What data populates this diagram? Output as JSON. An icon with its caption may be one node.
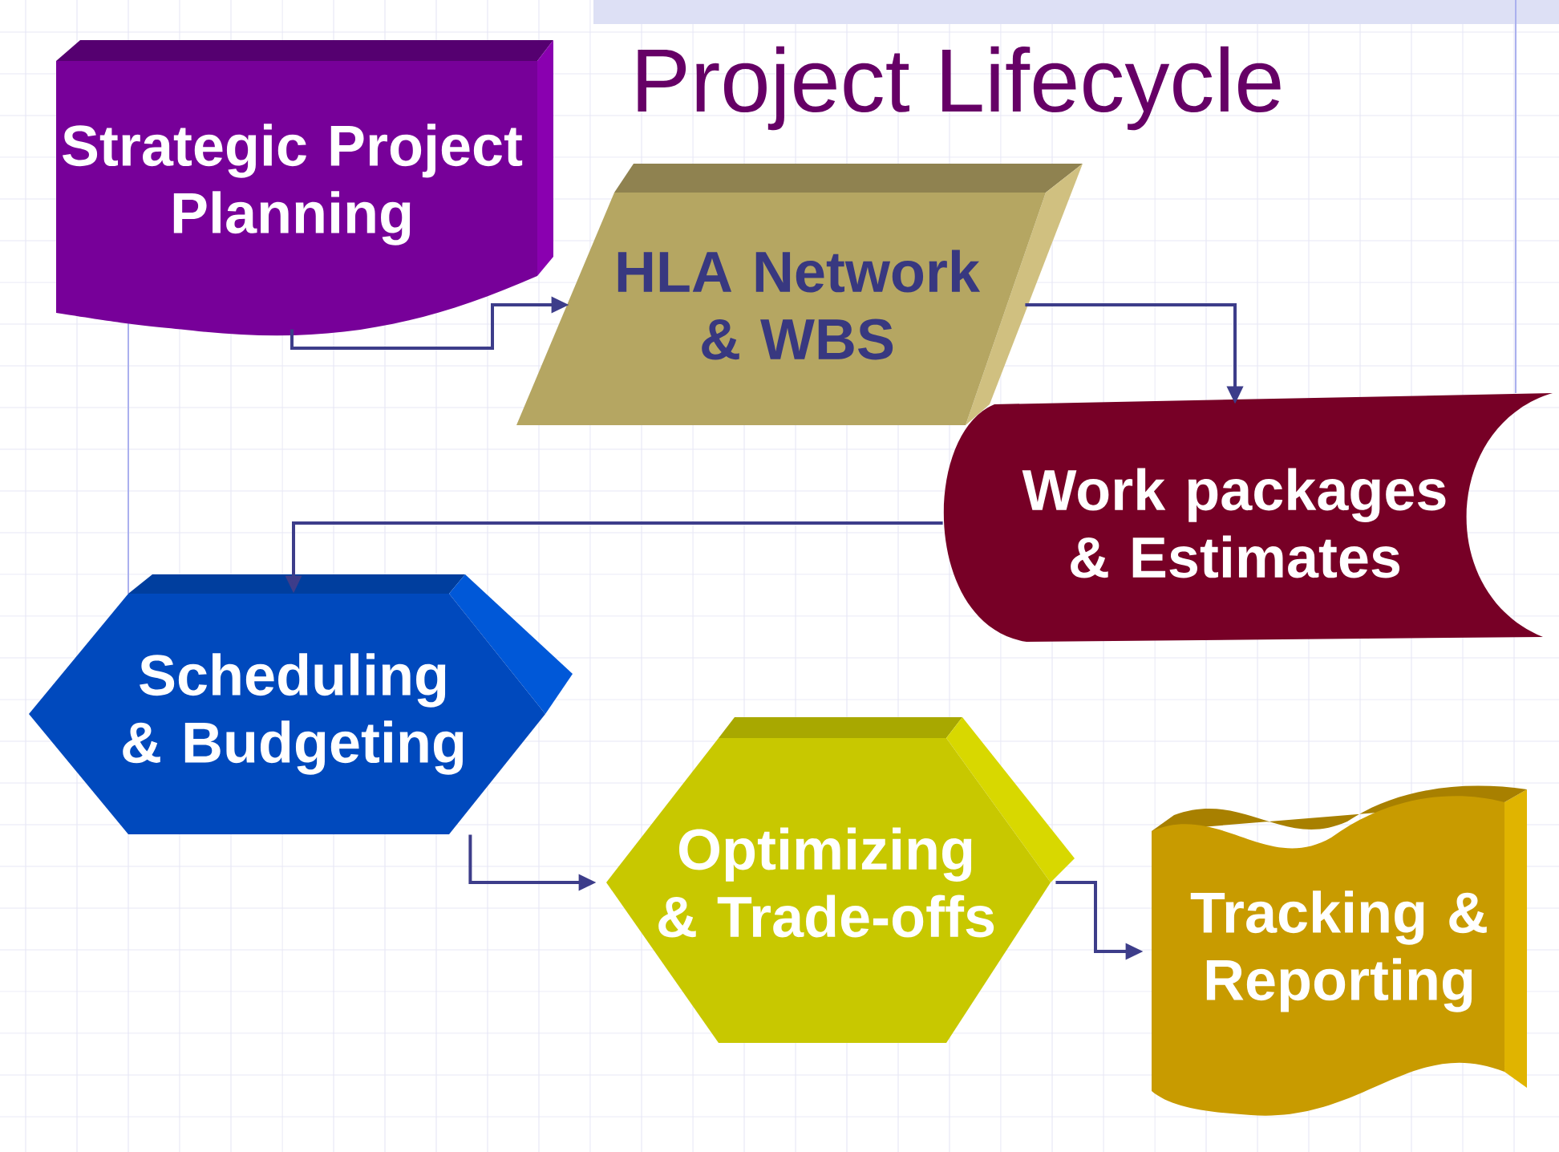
{
  "diagram": {
    "title": "Project Lifecycle",
    "nodes": [
      {
        "text": [
          "Strategic Project Planning"
        ]
      },
      {
        "text": [
          "HLA Network & WBS"
        ]
      },
      {
        "text": [
          "Work packages & Estimates"
        ]
      },
      {
        "text": [
          "Scheduling & Budgeting"
        ]
      },
      {
        "text": [
          "Optimizing & Trade-offs"
        ]
      },
      {
        "text": [
          "Tracking & Reporting"
        ]
      }
    ],
    "edges": [
      {
        "from": 0,
        "to": 1,
        "arrow": "to"
      },
      {
        "from": 1,
        "to": 2,
        "arrow": "to"
      },
      {
        "from": 2,
        "to": 3,
        "arrow": "to"
      },
      {
        "from": 3,
        "to": 4,
        "arrow": "to"
      },
      {
        "from": 4,
        "to": 5,
        "arrow": "to"
      }
    ]
  }
}
